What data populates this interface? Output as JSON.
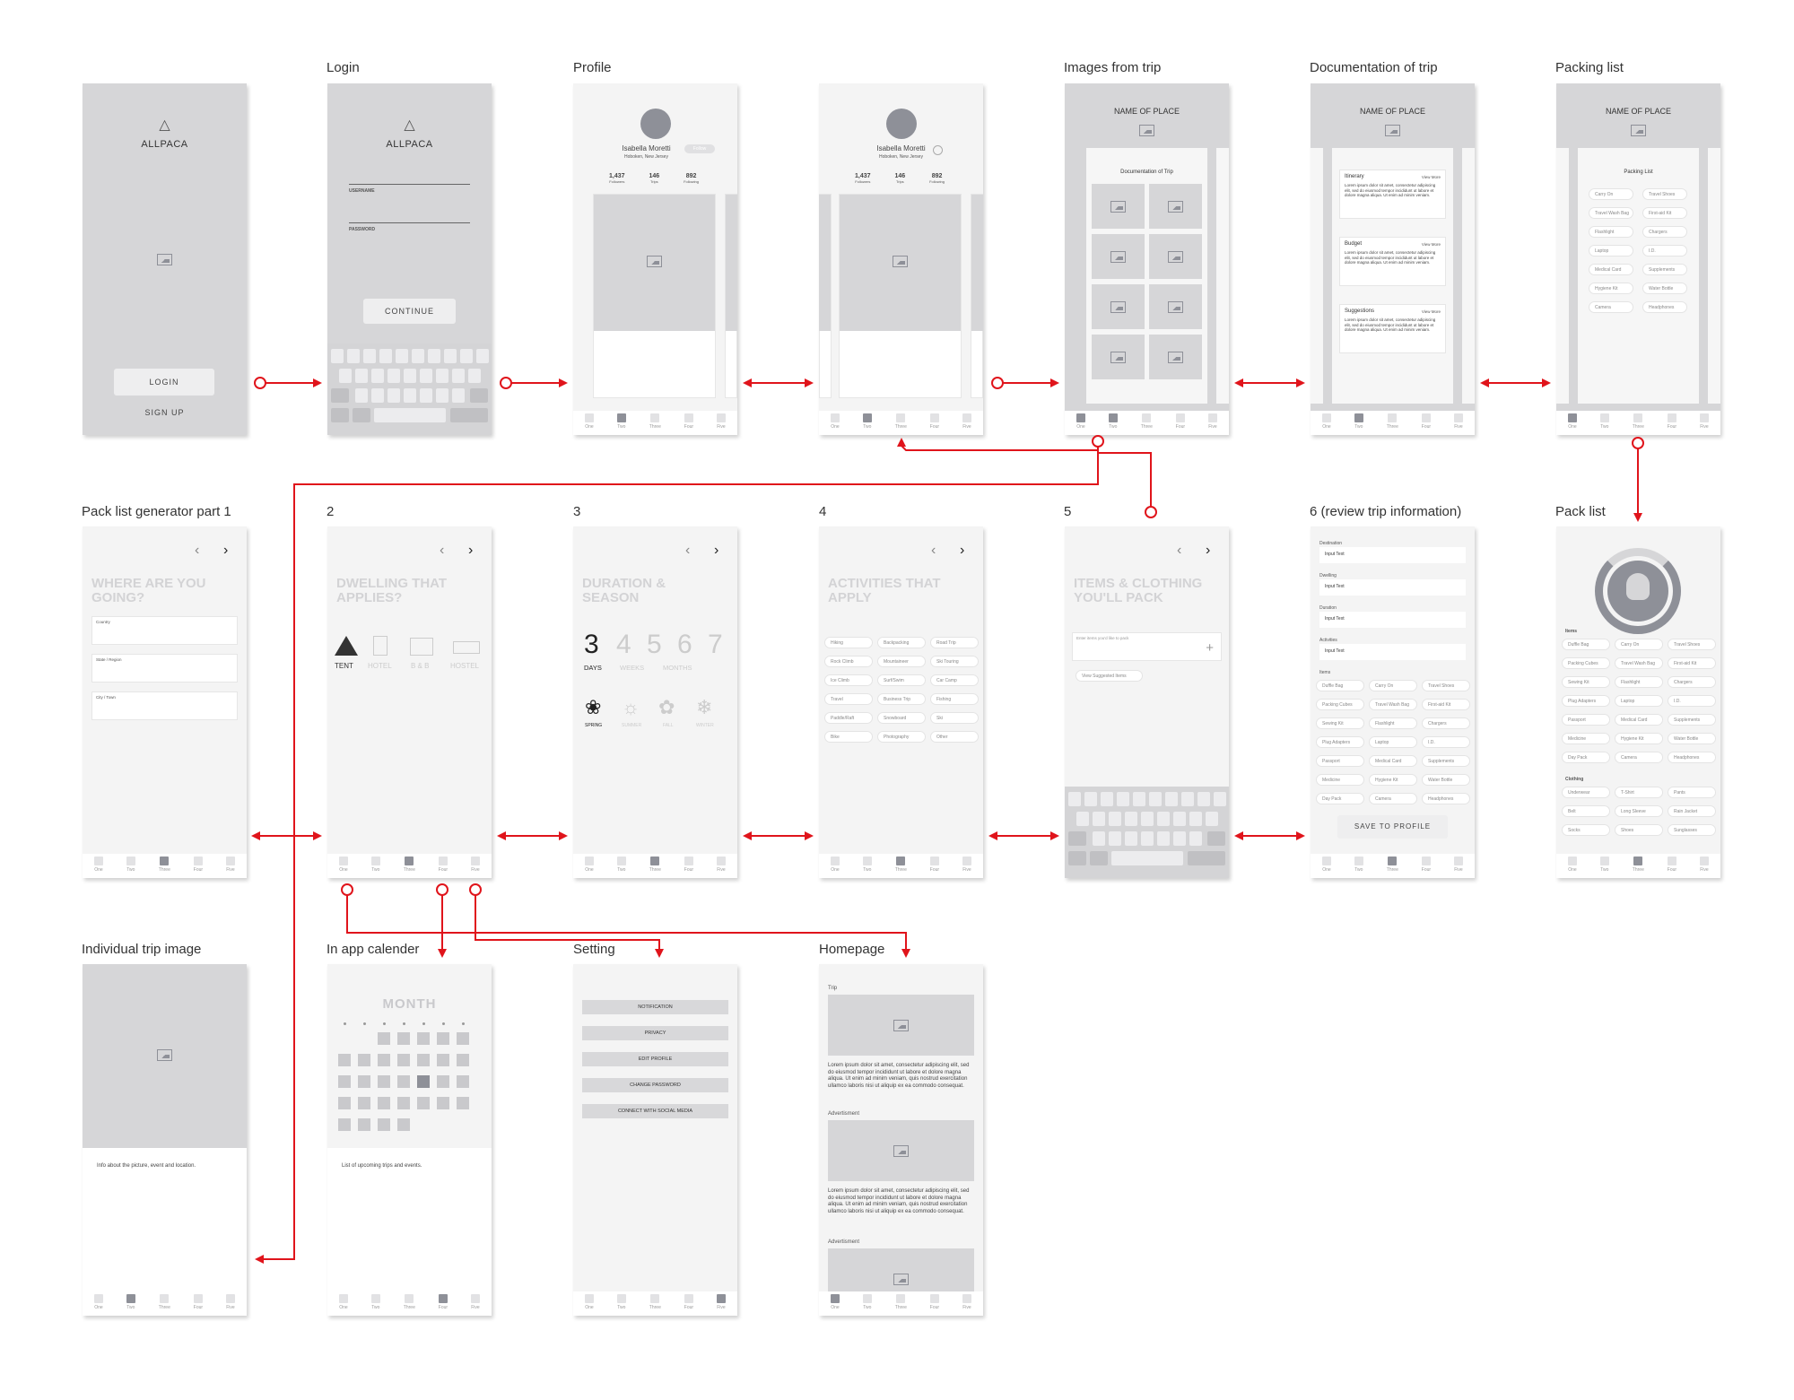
{
  "labels": {
    "login": "Login",
    "profile": "Profile",
    "images_from_trip": "Images from trip",
    "documentation_of_trip": "Documentation of trip",
    "packing_list": "Packing list",
    "pack_gen_1": "Pack list generator part 1",
    "step2": "2",
    "step3": "3",
    "step4": "4",
    "step5": "5",
    "step6": "6 (review trip information)",
    "pack_list": "Pack list",
    "individual_trip_image": "Individual trip image",
    "in_app_calendar": "In app calender",
    "setting": "Setting",
    "homepage": "Homepage"
  },
  "tabs": [
    "One",
    "Two",
    "Three",
    "Four",
    "Five"
  ],
  "splash": {
    "brand": "ALLPACA",
    "login_button": "LOGIN",
    "signup_link": "SIGN UP"
  },
  "login": {
    "brand": "ALLPACA",
    "username_label": "USERNAME",
    "password_label": "PASSWORD",
    "continue_button": "CONTINUE"
  },
  "profile": {
    "name": "Isabella Moretti",
    "location": "Hoboken, New Jersey",
    "stats": [
      {
        "value": "1,437",
        "label": "Followers"
      },
      {
        "value": "146",
        "label": "Trips"
      },
      {
        "value": "892",
        "label": "Following"
      }
    ],
    "follow_button": "Follow"
  },
  "place": {
    "name": "NAME OF PLACE",
    "doc_title": "Documentation of Trip",
    "packing_title": "Packing List"
  },
  "doc_sections": [
    {
      "title": "Itinerary",
      "link": "View More"
    },
    {
      "title": "Budget",
      "link": "View More"
    },
    {
      "title": "Suggestions",
      "link": "View More"
    }
  ],
  "lorem_short": "Lorem ipsum dolor sit amet, consectetur adipiscing elit, sed do eiusmod tempor incididunt ut labore et dolore magna aliqua. Ut enim ad minim veniam.",
  "packing_items": [
    "Carry On",
    "Travel Shoes",
    "Travel Wash Bag",
    "First-aid Kit",
    "Flashlight",
    "Chargers",
    "Laptop",
    "I.D.",
    "Medical Card",
    "Supplements",
    "Hygiene Kit",
    "Water Bottle",
    "Camera",
    "Headphones"
  ],
  "gen1": {
    "title": "WHERE ARE YOU GOING?",
    "fields": [
      "Country",
      "State / Region",
      "City / Town"
    ]
  },
  "gen2": {
    "title": "DWELLING THAT APPLIES?",
    "options": [
      "TENT",
      "HOTEL",
      "B & B",
      "HOSTEL"
    ]
  },
  "gen3": {
    "title": "DURATION & SEASON",
    "numbers": [
      "3",
      "4",
      "5",
      "6",
      "7"
    ],
    "units": [
      "DAYS",
      "WEEKS",
      "MONTHS"
    ],
    "seasons": [
      "SPRING",
      "SUMMER",
      "FALL",
      "WINTER"
    ]
  },
  "gen4": {
    "title": "ACTIVITIES THAT APPLY",
    "activities": [
      "Hiking",
      "Backpacking",
      "Road Trip",
      "Rock Climb",
      "Mountaineer",
      "Ski Touring",
      "Ice Climb",
      "Surf/Swim",
      "Car Camp",
      "Travel",
      "Business Trip",
      "Fishing",
      "Paddle/Raft",
      "Snowboard",
      "Ski",
      "Bike",
      "Photography",
      "Other"
    ]
  },
  "gen5": {
    "title": "ITEMS & CLOTHING YOU'LL PACK",
    "placeholder": "Enter items you'd like to pack",
    "suggest": "View Suggested Items"
  },
  "gen6": {
    "fields": [
      {
        "label": "Destination",
        "value": "Input Text"
      },
      {
        "label": "Dwelling",
        "value": "Input Text"
      },
      {
        "label": "Duration",
        "value": "Input Text"
      },
      {
        "label": "Activities",
        "value": "Input Text"
      }
    ],
    "items_label": "Items",
    "items": [
      "Duffle Bag",
      "Carry On",
      "Travel Shoes",
      "Packing Cubes",
      "Travel Wash Bag",
      "First-aid Kit",
      "Sewing Kit",
      "Flashlight",
      "Chargers",
      "Plug Adapters",
      "Laptop",
      "I.D.",
      "Passport",
      "Medical Card",
      "Supplements",
      "Medicine",
      "Hygiene Kit",
      "Water Bottle",
      "Day Pack",
      "Camera",
      "Headphones"
    ],
    "save_button": "SAVE TO PROFILE"
  },
  "packlist": {
    "items_label": "Items",
    "items": [
      "Duffle Bag",
      "Carry On",
      "Travel Shoes",
      "Packing Cubes",
      "Travel Wash Bag",
      "First-aid Kit",
      "Sewing Kit",
      "Flashlight",
      "Chargers",
      "Plug Adapters",
      "Laptop",
      "I.D.",
      "Passport",
      "Medical Card",
      "Supplements",
      "Medicine",
      "Hygiene Kit",
      "Water Bottle",
      "Day Pack",
      "Camera",
      "Headphones"
    ],
    "clothing_label": "Clothing",
    "clothing": [
      "Underwear",
      "T-Shirt",
      "Pants",
      "Belt",
      "Long Sleeve",
      "Rain Jacket",
      "Socks",
      "Shoes",
      "Sunglasses"
    ]
  },
  "trip_image": {
    "info": "Info about the picture, event and location."
  },
  "calendar": {
    "month": "MONTH",
    "info": "List of upcoming trips and events."
  },
  "setting": {
    "items": [
      "NOTIFICATION",
      "PRIVACY",
      "EDIT PROFILE",
      "CHANGE PASSWORD",
      "CONNECT WITH SOCIAL MEDIA"
    ]
  },
  "homepage": {
    "trip_label": "Trip",
    "ad_label": "Advertisment",
    "lorem": "Lorem ipsum dolor sit amet, consectetur adipiscing elit, sed do eiusmod tempor incididunt ut labore et dolore magna aliqua. Ut enim ad minim veniam, quis nostrud exercitation ullamco laboris nisi ut aliquip ex ea commodo consequat."
  },
  "colors": {
    "arrow": "#e0141b",
    "wire_gray": "#d6d6d8",
    "tab_active": "#8e9098"
  }
}
